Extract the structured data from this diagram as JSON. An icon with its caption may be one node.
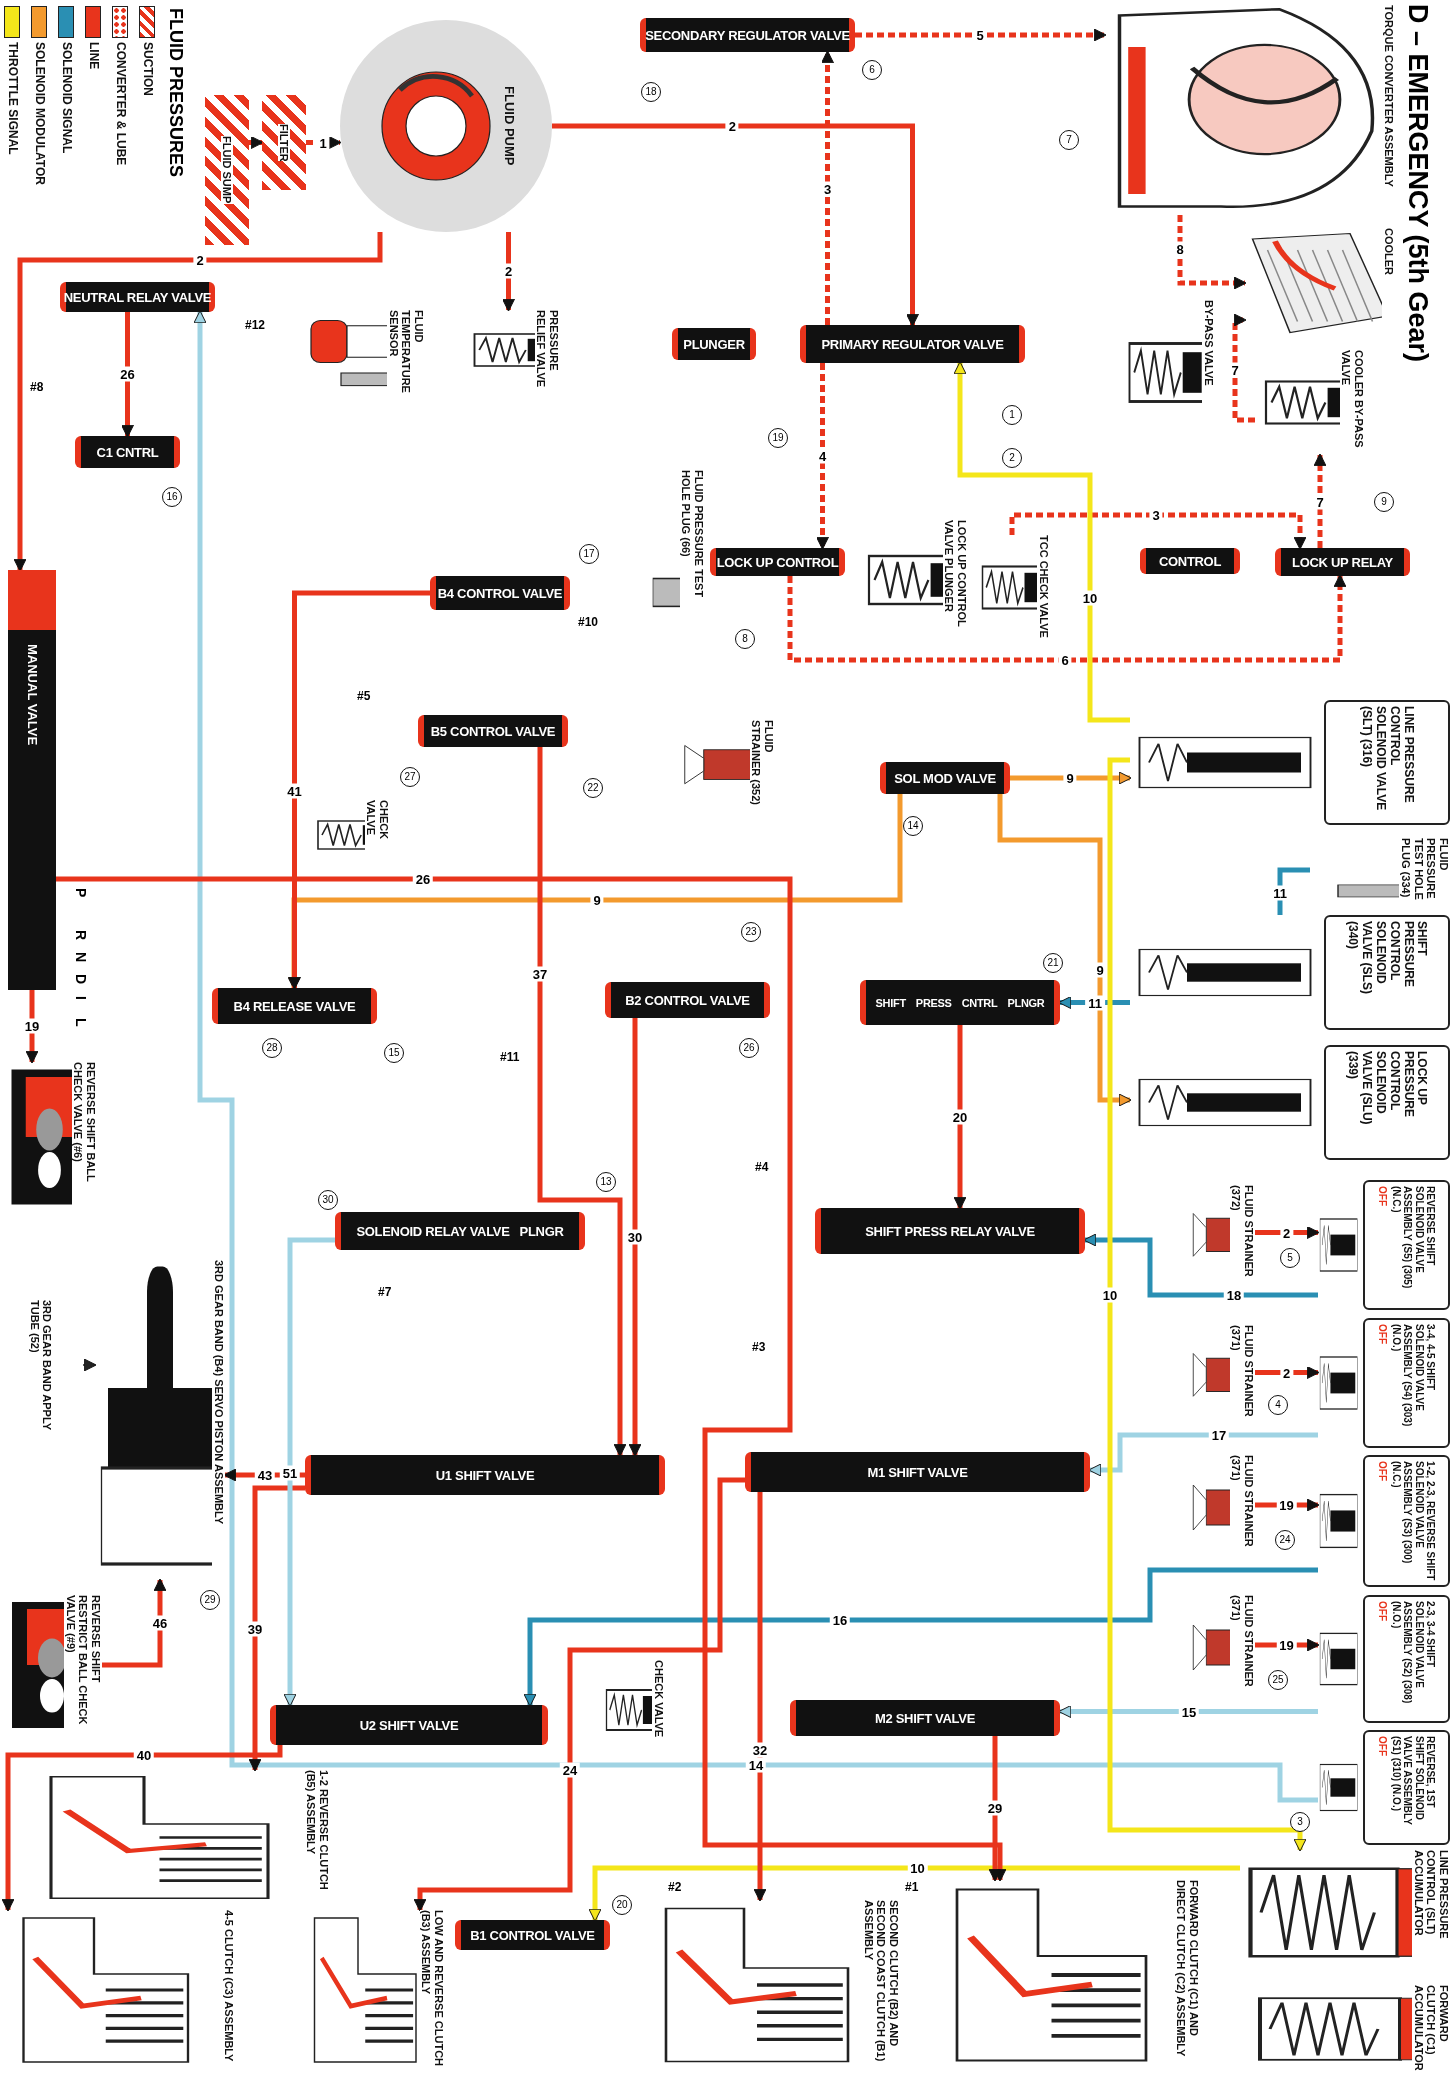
{
  "diagram": {
    "title": "D – EMERGENCY (5th Gear)",
    "nodes": [
      {
        "text": [
          "FLUID PUMP"
        ]
      },
      {
        "text": [
          "FILTER"
        ]
      },
      {
        "text": [
          "FLUID SUMP"
        ]
      },
      {
        "text": [
          "SECONDARY REGULATOR VALVE"
        ]
      },
      {
        "text": [
          "PLUNGER"
        ]
      },
      {
        "text": [
          "PRIMARY REGULATOR VALVE"
        ]
      },
      {
        "text": [
          "TORQUE CONVERTER ASSEMBLY"
        ]
      },
      {
        "text": [
          "COOLER"
        ]
      },
      {
        "text": [
          "BY-PASS VALVE"
        ]
      },
      {
        "text": [
          "COOLER BY-PASS VALVE"
        ]
      },
      {
        "text": [
          "NEUTRAL RELAY VALVE"
        ]
      },
      {
        "text": [
          "FLUID TEMPERATURE SENSOR"
        ]
      },
      {
        "text": [
          "PRESSURE RELIEF VALVE"
        ]
      },
      {
        "text": [
          "C1 CNTRL"
        ]
      },
      {
        "text": [
          "B4 CONTROL VALVE"
        ]
      },
      {
        "text": [
          "FLUID PRESSURE TEST HOLE PLUG (66)"
        ]
      },
      {
        "text": [
          "LOCK UP CONTROL"
        ]
      },
      {
        "text": [
          "LOCK UP CONTROL VALVE PLUNGER"
        ]
      },
      {
        "text": [
          "TCC CHECK VALVE"
        ]
      },
      {
        "text": [
          "CONTROL"
        ]
      },
      {
        "text": [
          "LOCK UP RELAY"
        ]
      },
      {
        "text": [
          "B5 CONTROL VALVE"
        ]
      },
      {
        "text": [
          "CHECK VALVE"
        ]
      },
      {
        "text": [
          "FLUID STRAINER (352)"
        ]
      },
      {
        "text": [
          "MANUAL VALVE"
        ]
      },
      {
        "text": [
          "SOL MOD VALVE"
        ]
      },
      {
        "text": [
          "LINE PRESSURE CONTROL SOLENOID VALVE (SLT) (316)"
        ]
      },
      {
        "text": [
          "FLUID PRESSURE TEST HOLE PLUG (334)"
        ]
      },
      {
        "text": [
          "SHIFT PRESSURE CONTROL SOLENOID VALVE (SLS) (340)"
        ]
      },
      {
        "text": [
          "B4 RELEASE VALVE"
        ]
      },
      {
        "text": [
          "B2 CONTROL VALVE"
        ]
      },
      {
        "text": [
          "SHIFT",
          "PRESS",
          "CNTRL",
          "PLNGR"
        ]
      },
      {
        "text": [
          "LOCK UP PRESSURE CONTROL SOLENOID VALVE (SLU) (339)"
        ]
      },
      {
        "text": [
          "REVERSE SHIFT BALL CHECK VALVE (#6)"
        ]
      },
      {
        "text": [
          "SOLENOID RELAY VALVE",
          "PLNGR"
        ]
      },
      {
        "text": [
          "SHIFT PRESS RELAY VALVE"
        ]
      },
      {
        "text": [
          "FLUID STRAINER (372)"
        ]
      },
      {
        "text": [
          "REVERSE SHIFT SOLENOID VALVE ASSEMBLY (S5) (305) (N.C.)",
          "OFF"
        ]
      },
      {
        "text": [
          "3RD GEAR BAND APPLY TUBE (52)"
        ]
      },
      {
        "text": [
          "3RD GEAR BAND (B4) SERVO PISTON ASSEMBLY"
        ]
      },
      {
        "text": [
          "FLUID STRAINER (371)"
        ]
      },
      {
        "text": [
          "3-4, 4-5 SHIFT SOLENOID VALVE ASSEMBLY (S4) (303) (N.O.)",
          "OFF"
        ]
      },
      {
        "text": [
          "U1 SHIFT VALVE"
        ]
      },
      {
        "text": [
          "M1 SHIFT VALVE"
        ]
      },
      {
        "text": [
          "FLUID STRAINER (371)"
        ]
      },
      {
        "text": [
          "1-2, 2-3, REVERSE SHIFT SOLENOID VALVE ASSEMBLY (S3) (300) (N.C.)",
          "OFF"
        ]
      },
      {
        "text": [
          "REVERSE SHIFT RESTRICT BALL CHECK VALVE (#9)"
        ]
      },
      {
        "text": [
          "FLUID STRAINER (371)"
        ]
      },
      {
        "text": [
          "2-3, 3-4 SHIFT SOLENOID VALVE ASSEMBLY (S2) (308) (N.O.)",
          "OFF"
        ]
      },
      {
        "text": [
          "U2 SHIFT VALVE"
        ]
      },
      {
        "text": [
          "CHECK VALVE"
        ]
      },
      {
        "text": [
          "M2 SHIFT VALVE"
        ]
      },
      {
        "text": [
          "REVERSE, 1ST SHIFT SOLENOID VALVE ASSEMBLY (S1) (310) (N.O.)",
          "OFF"
        ]
      },
      {
        "text": [
          "LINE PRESSURE CONTROL (SLT) ACCUMULATOR"
        ]
      },
      {
        "text": [
          "B1 CONTROL VALVE"
        ]
      },
      {
        "text": [
          "1-2 REVERSE CLUTCH (B5) ASSEMBLY"
        ]
      },
      {
        "text": [
          "4-5 CLUTCH (C3) ASSEMBLY"
        ]
      },
      {
        "text": [
          "LOW AND REVERSE CLUTCH (B3) ASSEMBLY"
        ]
      },
      {
        "text": [
          "SECOND CLUTCH (B2) AND SECOND COAST CLUTCH (B1) ASSEMBLY"
        ]
      },
      {
        "text": [
          "FORWARD CLUTCH (C1) AND DIRECT CLUTCH (C2) ASSEMBLY"
        ]
      },
      {
        "text": [
          "FORWARD CLUTCH (C1) ACCUMULATOR"
        ]
      }
    ],
    "edges": [
      {
        "from": 2,
        "to": 1,
        "arrow": "to",
        "style": "dashed"
      },
      {
        "from": 1,
        "to": 0,
        "arrow": "to",
        "label": "1",
        "style": "dashed"
      },
      {
        "from": 0,
        "to": 12,
        "arrow": "to",
        "label": "2"
      },
      {
        "from": 0,
        "to": 5,
        "arrow": "to",
        "label": "2"
      },
      {
        "from": 5,
        "to": 3,
        "arrow": "to",
        "label": "3",
        "style": "dashed"
      },
      {
        "from": 3,
        "to": 6,
        "arrow": "to",
        "label": "5",
        "style": "dashed"
      },
      {
        "from": 6,
        "to": 7,
        "arrow": "to",
        "label": "8",
        "style": "dashed"
      },
      {
        "from": 20,
        "to": 9,
        "arrow": "to",
        "label": "7",
        "style": "dashed"
      },
      {
        "from": 5,
        "to": 16,
        "arrow": "to",
        "label": "4",
        "style": "dashed"
      },
      {
        "from": 16,
        "to": 20,
        "arrow": "to",
        "label": "6",
        "style": "dashed"
      },
      {
        "from": 18,
        "to": 20,
        "arrow": "to",
        "label": "3",
        "style": "dashed"
      },
      {
        "from": 26,
        "to": 5,
        "arrow": "to",
        "label": "10",
        "color": "#f4e61a"
      },
      {
        "from": 25,
        "to": 26,
        "arrow": "to",
        "label": "9",
        "color": "#f39a2e"
      },
      {
        "from": 27,
        "to": 28,
        "arrow": "none",
        "label": "11",
        "color": "#2a8fb3"
      },
      {
        "from": 28,
        "to": 31,
        "arrow": "to",
        "label": "11",
        "color": "#2a8fb3"
      },
      {
        "from": 25,
        "to": 29,
        "arrow": "to",
        "label": "9",
        "color": "#f39a2e"
      },
      {
        "from": 25,
        "to": 32,
        "arrow": "to",
        "label": "9",
        "color": "#f39a2e"
      },
      {
        "from": 31,
        "to": 35,
        "arrow": "to",
        "label": "20"
      },
      {
        "from": 37,
        "to": 35,
        "arrow": "to",
        "label": "18",
        "color": "#2a8fb3"
      },
      {
        "from": 36,
        "to": 37,
        "arrow": "to",
        "label": "2"
      },
      {
        "from": 45,
        "to": 49,
        "arrow": "to",
        "label": "16",
        "color": "#2a8fb3"
      },
      {
        "from": 41,
        "to": 43,
        "arrow": "to",
        "label": "17",
        "color": "#9fd3e3"
      },
      {
        "from": 48,
        "to": 51,
        "arrow": "to",
        "label": "15",
        "color": "#9fd3e3"
      },
      {
        "from": 52,
        "to": 10,
        "arrow": "to",
        "label": "14",
        "color": "#9fd3e3"
      },
      {
        "from": 26,
        "to": 53,
        "arrow": "to",
        "label": "10",
        "color": "#f4e61a"
      },
      {
        "from": 53,
        "to": 54,
        "arrow": "to",
        "label": "10",
        "color": "#f4e61a"
      },
      {
        "from": 49,
        "to": 56,
        "arrow": "to",
        "label": "40"
      },
      {
        "from": 24,
        "to": 59,
        "arrow": "to",
        "label": "26"
      },
      {
        "from": 51,
        "to": 59,
        "arrow": "to",
        "label": "29"
      },
      {
        "from": 43,
        "to": 58,
        "arrow": "to",
        "label": "32"
      },
      {
        "from": 43,
        "to": 57,
        "arrow": "to",
        "label": "24"
      },
      {
        "from": 42,
        "to": 55,
        "arrow": "to",
        "label": "39"
      },
      {
        "from": 42,
        "to": 39,
        "arrow": "to",
        "label": "43"
      },
      {
        "from": 14,
        "to": 29,
        "arrow": "to",
        "label": "41"
      },
      {
        "from": 21,
        "to": 42,
        "arrow": "to",
        "label": "37"
      },
      {
        "from": 30,
        "to": 42,
        "arrow": "to",
        "label": "30"
      },
      {
        "from": 10,
        "to": 13,
        "arrow": "to",
        "label": "26"
      },
      {
        "from": 46,
        "to": 39,
        "arrow": "to",
        "label": "46"
      },
      {
        "from": 34,
        "to": 49,
        "arrow": "to",
        "label": "51",
        "color": "#9fd3e3"
      },
      {
        "from": 38,
        "to": 39,
        "arrow": "to",
        "color": "#222222"
      },
      {
        "from": 24,
        "to": 33,
        "arrow": "to",
        "label": "19"
      },
      {
        "from": 0,
        "to": 24,
        "arrow": "to",
        "label": "2"
      },
      {
        "from": 9,
        "to": 7,
        "arrow": "to",
        "label": "7",
        "style": "dashed"
      },
      {
        "from": 40,
        "to": 41,
        "arrow": "to",
        "label": "2"
      },
      {
        "from": 44,
        "to": 45,
        "arrow": "to",
        "label": "19"
      },
      {
        "from": 47,
        "to": 48,
        "arrow": "to",
        "label": "19"
      }
    ],
    "labels": [
      "FLUID PRESSURES",
      "P",
      "R",
      "N",
      "D",
      "I",
      "L",
      "#1",
      "#2",
      "#3",
      "#4",
      "#5",
      "#7",
      "#8",
      "#10",
      "#11",
      "#12",
      "1",
      "2",
      "3",
      "4",
      "5",
      "6",
      "7",
      "8",
      "9",
      "13",
      "14",
      "15",
      "16",
      "17",
      "18",
      "19",
      "20",
      "21",
      "22",
      "23",
      "24",
      "25",
      "26",
      "27",
      "28",
      "29",
      "30"
    ],
    "legend": [
      {
        "text": "SUCTION"
      },
      {
        "text": "CONVERTER & LUBE"
      },
      {
        "text": "LINE",
        "color": "#e8341c"
      },
      {
        "text": "SOLENOID SIGNAL",
        "color": "#2a8fb3"
      },
      {
        "text": "SOLENOID MODULATOR",
        "color": "#f39a2e"
      },
      {
        "text": "THROTTLE SIGNAL",
        "color": "#f4e61a"
      }
    ]
  }
}
